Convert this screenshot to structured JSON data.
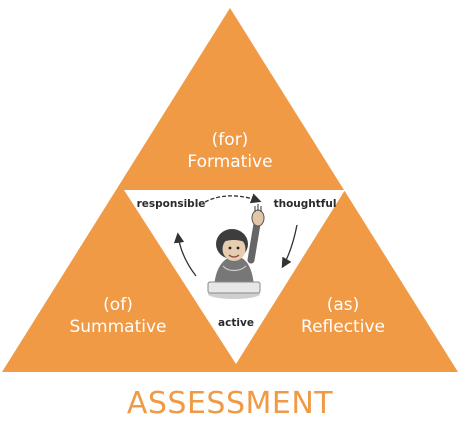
{
  "colors": {
    "accent": "#f19a45",
    "background": "#ffffff",
    "center": "#ffffff",
    "arrow": "#333333"
  },
  "triangles": {
    "top": {
      "line1": "(for)",
      "line2": "Formative"
    },
    "left": {
      "line1": "(of)",
      "line2": "Summative"
    },
    "right": {
      "line1": "(as)",
      "line2": "Reflective"
    }
  },
  "center": {
    "labels": {
      "left": "responsible",
      "right": "thoughtful",
      "bottom": "active"
    },
    "illustration": "child-raising-hand"
  },
  "footer": {
    "title": "ASSESSMENT"
  }
}
